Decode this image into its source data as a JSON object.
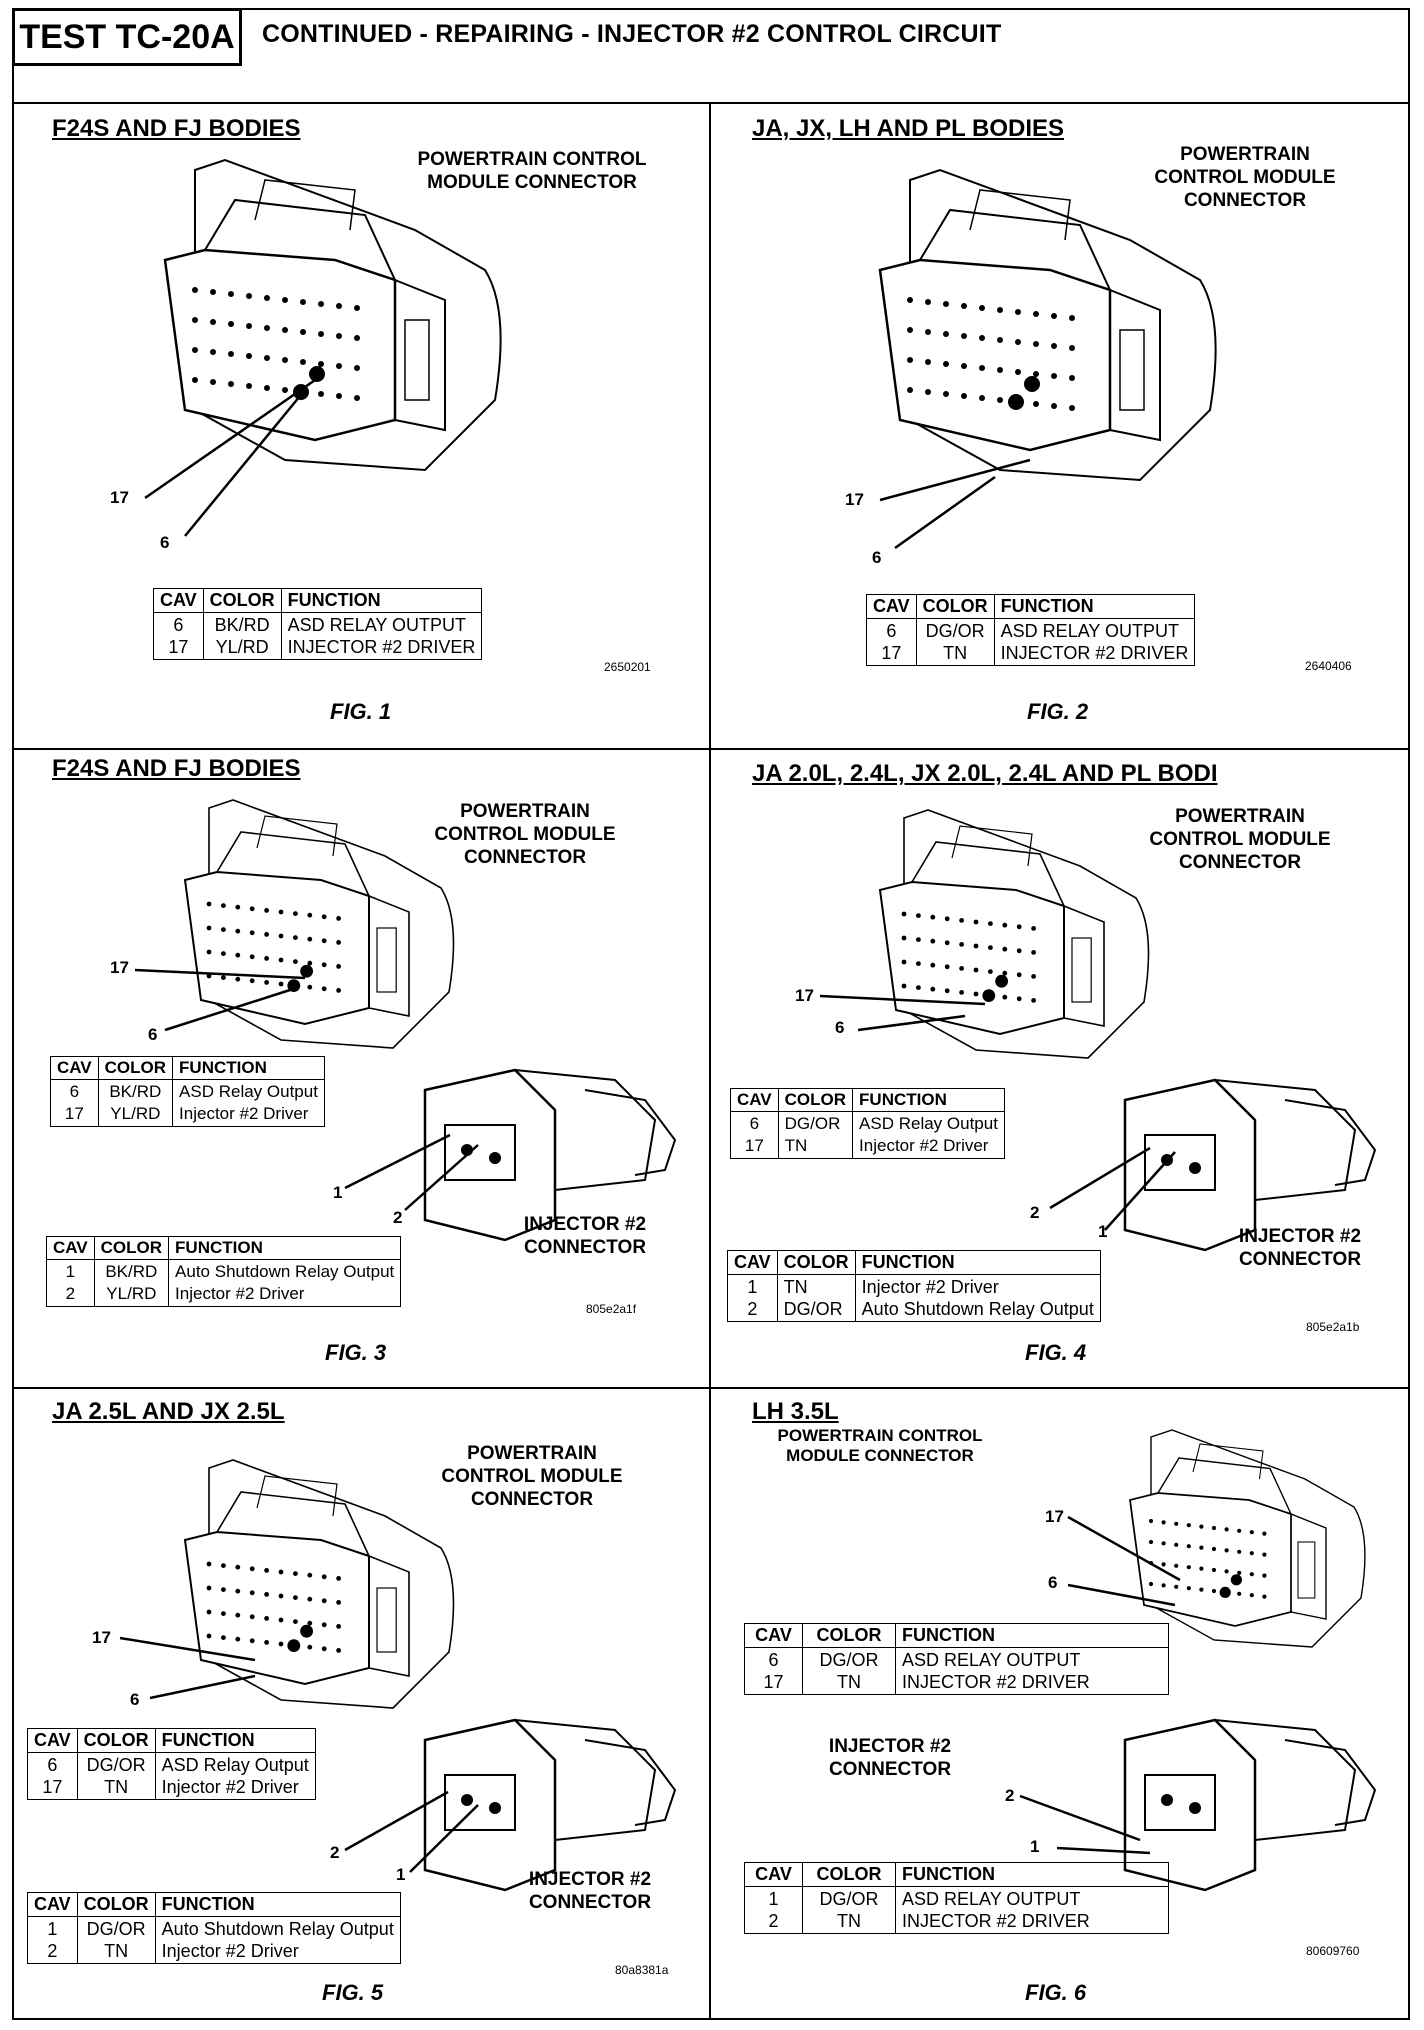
{
  "header": {
    "test_id": "TEST TC-20A",
    "title": "CONTINUED - REPAIRING - INJECTOR #2 CONTROL CIRCUIT"
  },
  "labels": {
    "pcm": "POWERTRAIN CONTROL MODULE CONNECTOR",
    "inj": "INJECTOR #2 CONNECTOR",
    "th_cav": "CAV",
    "th_color": "COLOR",
    "th_function": "FUNCTION"
  },
  "panels": [
    {
      "title": "F24S AND FJ BODIES",
      "fig": "FIG. 1",
      "code": "2650201",
      "pins": [
        "17",
        "6"
      ],
      "pcm_table": [
        {
          "cav": "6",
          "color": "BK/RD",
          "function": "ASD RELAY OUTPUT"
        },
        {
          "cav": "17",
          "color": "YL/RD",
          "function": "INJECTOR #2 DRIVER"
        }
      ]
    },
    {
      "title": "JA, JX, LH AND PL BODIES",
      "fig": "FIG. 2",
      "code": "2640406",
      "pins": [
        "17",
        "6"
      ],
      "pcm_table": [
        {
          "cav": "6",
          "color": "DG/OR",
          "function": "ASD RELAY OUTPUT"
        },
        {
          "cav": "17",
          "color": "TN",
          "function": "INJECTOR #2 DRIVER"
        }
      ]
    },
    {
      "title": "F24S AND FJ BODIES",
      "fig": "FIG. 3",
      "code": "805e2a1f",
      "pins": [
        "17",
        "6"
      ],
      "inj_pins": [
        "1",
        "2"
      ],
      "pcm_table": [
        {
          "cav": "6",
          "color": "BK/RD",
          "function": "ASD Relay Output"
        },
        {
          "cav": "17",
          "color": "YL/RD",
          "function": "Injector #2 Driver"
        }
      ],
      "inj_table": [
        {
          "cav": "1",
          "color": "BK/RD",
          "function": "Auto Shutdown Relay Output"
        },
        {
          "cav": "2",
          "color": "YL/RD",
          "function": "Injector #2 Driver"
        }
      ]
    },
    {
      "title": "JA 2.0L, 2.4L, JX 2.0L, 2.4L AND PL BODI",
      "fig": "FIG. 4",
      "code": "805e2a1b",
      "pins": [
        "17",
        "6"
      ],
      "inj_pins": [
        "2",
        "1"
      ],
      "pcm_table": [
        {
          "cav": "6",
          "color": "DG/OR",
          "function": "ASD Relay Output"
        },
        {
          "cav": "17",
          "color": "TN",
          "function": "Injector #2 Driver"
        }
      ],
      "inj_table": [
        {
          "cav": "1",
          "color": "TN",
          "function": "Injector #2 Driver"
        },
        {
          "cav": "2",
          "color": "DG/OR",
          "function": "Auto Shutdown Relay Output"
        }
      ]
    },
    {
      "title": "JA 2.5L AND JX 2.5L",
      "fig": "FIG. 5",
      "code": "80a8381a",
      "pins": [
        "17",
        "6"
      ],
      "inj_pins": [
        "2",
        "1"
      ],
      "pcm_table": [
        {
          "cav": "6",
          "color": "DG/OR",
          "function": "ASD Relay Output"
        },
        {
          "cav": "17",
          "color": "TN",
          "function": "Injector #2 Driver"
        }
      ],
      "inj_table": [
        {
          "cav": "1",
          "color": "DG/OR",
          "function": "Auto Shutdown Relay Output"
        },
        {
          "cav": "2",
          "color": "TN",
          "function": "Injector #2 Driver"
        }
      ]
    },
    {
      "title": "LH 3.5L",
      "fig": "FIG. 6",
      "code": "80609760",
      "pins": [
        "17",
        "6"
      ],
      "inj_pins": [
        "2",
        "1"
      ],
      "pcm_table": [
        {
          "cav": "6",
          "color": "DG/OR",
          "function": "ASD RELAY OUTPUT"
        },
        {
          "cav": "17",
          "color": "TN",
          "function": "INJECTOR #2 DRIVER"
        }
      ],
      "inj_table": [
        {
          "cav": "1",
          "color": "DG/OR",
          "function": "ASD RELAY OUTPUT"
        },
        {
          "cav": "2",
          "color": "TN",
          "function": "INJECTOR #2 DRIVER"
        }
      ]
    }
  ]
}
